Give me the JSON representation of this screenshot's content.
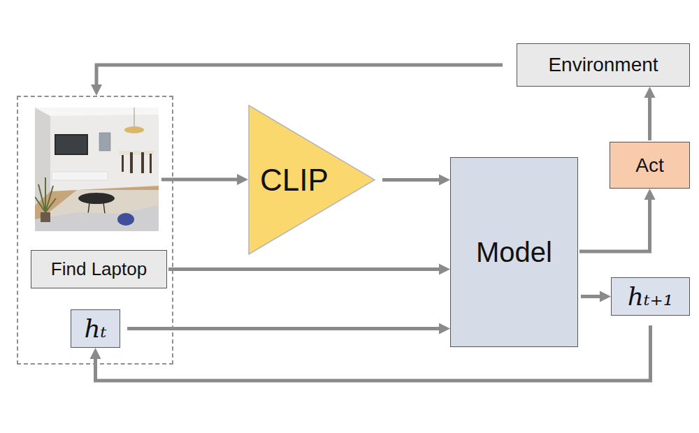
{
  "diagram": {
    "nodes": [
      {
        "text": []
      },
      {
        "text": [],
        "in": 0
      },
      {
        "text": [
          "Find Laptop"
        ],
        "in": 0
      },
      {
        "text": [
          "hₜ"
        ],
        "in": 0
      },
      {
        "text": [
          "CLIP"
        ]
      },
      {
        "text": [
          "Model"
        ]
      },
      {
        "text": [
          "Act"
        ]
      },
      {
        "text": [
          "Environment"
        ]
      },
      {
        "text": [
          "hₜ₊₁"
        ]
      }
    ],
    "edges": [
      {
        "from": 7,
        "to": 0,
        "arrow": "to"
      },
      {
        "from": 1,
        "to": 4,
        "arrow": "to"
      },
      {
        "from": 4,
        "to": 5,
        "arrow": "to"
      },
      {
        "from": 2,
        "to": 5,
        "arrow": "to"
      },
      {
        "from": 3,
        "to": 5,
        "arrow": "to"
      },
      {
        "from": 5,
        "to": 6,
        "arrow": "to"
      },
      {
        "from": 6,
        "to": 7,
        "arrow": "to"
      },
      {
        "from": 5,
        "to": 8,
        "arrow": "to"
      },
      {
        "from": 8,
        "to": 3,
        "arrow": "to"
      }
    ]
  }
}
